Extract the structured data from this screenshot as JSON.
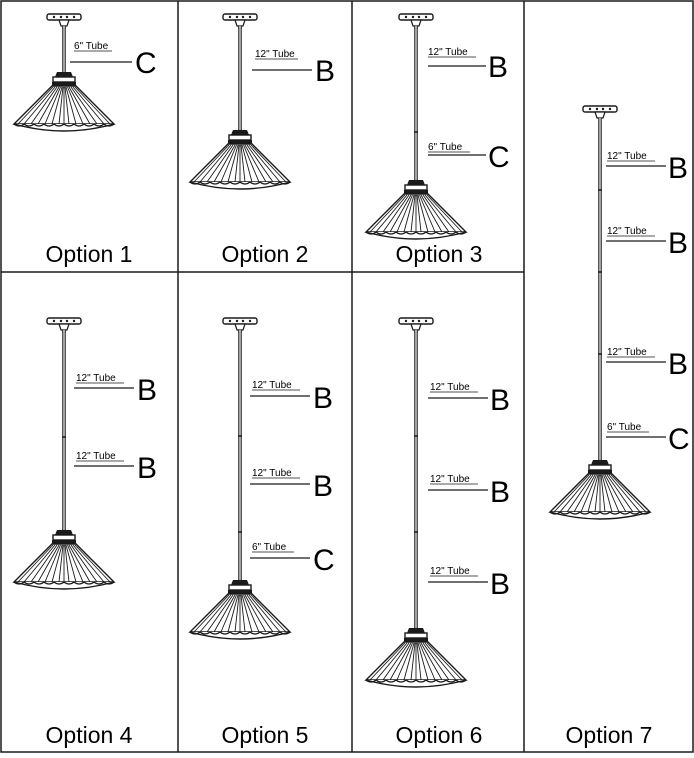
{
  "options": [
    {
      "label": "Option 1",
      "tubes": [
        {
          "text": "6\" Tube",
          "letter": "C"
        }
      ]
    },
    {
      "label": "Option 2",
      "tubes": [
        {
          "text": "12\" Tube",
          "letter": "B"
        }
      ]
    },
    {
      "label": "Option 3",
      "tubes": [
        {
          "text": "12\" Tube",
          "letter": "B"
        },
        {
          "text": "6\" Tube",
          "letter": "C"
        }
      ]
    },
    {
      "label": "Option 4",
      "tubes": [
        {
          "text": "12\" Tube",
          "letter": "B"
        },
        {
          "text": "12\" Tube",
          "letter": "B"
        }
      ]
    },
    {
      "label": "Option 5",
      "tubes": [
        {
          "text": "12\" Tube",
          "letter": "B"
        },
        {
          "text": "12\" Tube",
          "letter": "B"
        },
        {
          "text": "6\" Tube",
          "letter": "C"
        }
      ]
    },
    {
      "label": "Option 6",
      "tubes": [
        {
          "text": "12\" Tube",
          "letter": "B"
        },
        {
          "text": "12\" Tube",
          "letter": "B"
        },
        {
          "text": "12\" Tube",
          "letter": "B"
        }
      ]
    },
    {
      "label": "Option 7",
      "tubes": [
        {
          "text": "12\" Tube",
          "letter": "B"
        },
        {
          "text": "12\" Tube",
          "letter": "B"
        },
        {
          "text": "12\" Tube",
          "letter": "B"
        },
        {
          "text": "6\" Tube",
          "letter": "C"
        }
      ]
    }
  ]
}
